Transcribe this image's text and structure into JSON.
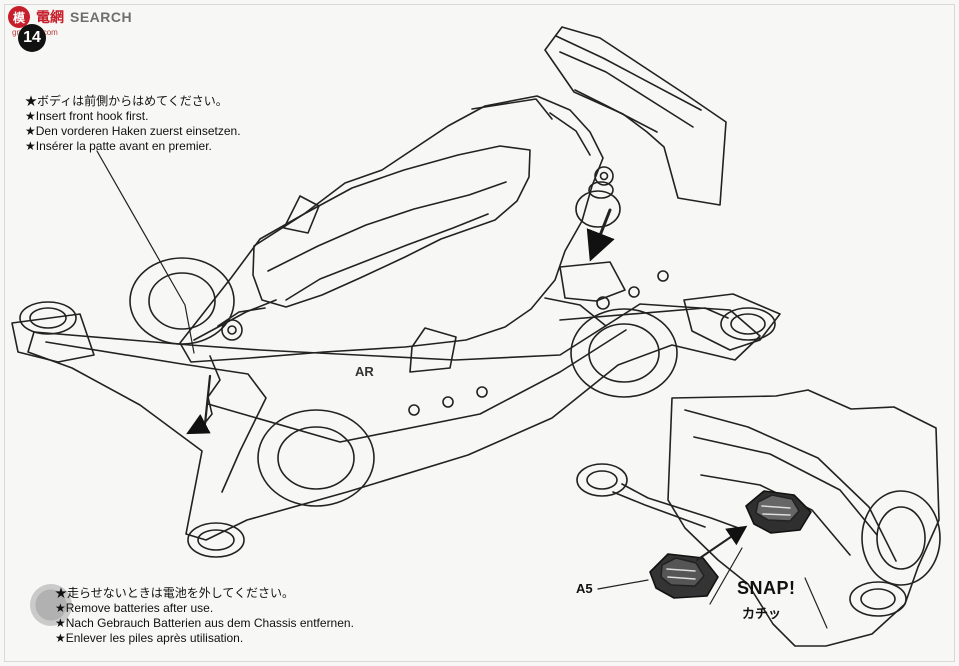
{
  "watermark": {
    "cn": "電網",
    "text": "SEARCH",
    "url": "gn.shop.com",
    "logo_letter": "模"
  },
  "step": {
    "number": "14"
  },
  "top_instructions": [
    "★ボディは前側からはめてください。",
    "★Insert front hook first.",
    "★Den vorderen Haken zuerst einsetzen.",
    "★Insérer la patte avant en premier."
  ],
  "bottom_instructions": [
    "★走らせないときは電池を外してください。",
    "★Remove batteries after use.",
    "★Nach Gebrauch Batterien aus dem Chassis entfernen.",
    "★Enlever les piles après utilisation."
  ],
  "labels": {
    "part": "A5",
    "snap": "SNAP!",
    "snap_jp": "カチッ",
    "body_logo": "AR"
  },
  "colors": {
    "line": "#222222",
    "paper": "#f7f7f5",
    "part_dark": "#2f2f2f"
  },
  "icons": {
    "watermark_logo": "watermark-logo-icon",
    "step_badge": "step-badge-icon"
  }
}
